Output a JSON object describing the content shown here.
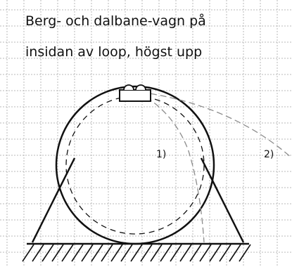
{
  "title": {
    "line1": "Berg- och dalbane-vagn på",
    "line2": "insidan av loop, högst upp"
  },
  "labels": {
    "curve1": "1)",
    "curve2": "2)"
  },
  "colors": {
    "grid": "#b8b8b8",
    "ink": "#111111",
    "trajectory": "#8c8c8c",
    "background": "#ffffff"
  }
}
